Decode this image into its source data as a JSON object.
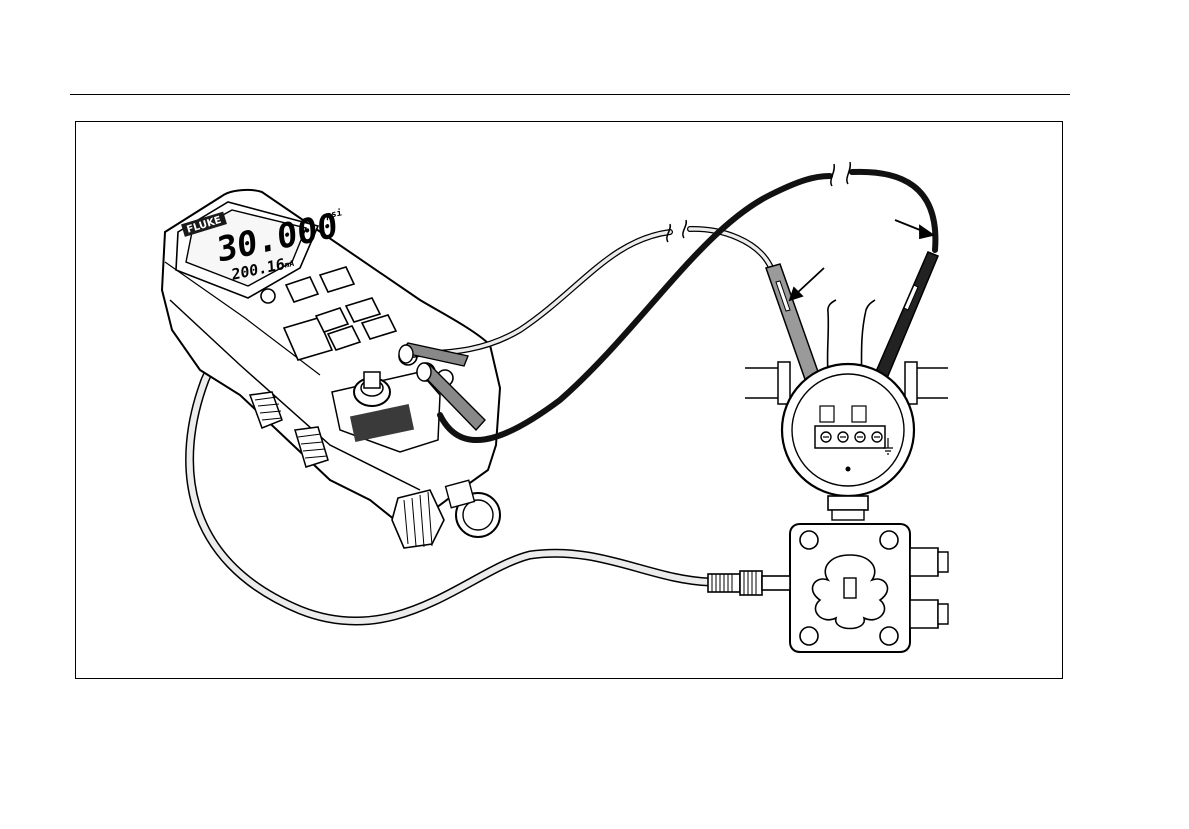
{
  "figure": {
    "calibrator": {
      "brand": "FLUKE",
      "display_primary": "30.000",
      "display_primary_unit": "psi",
      "display_secondary": "200.16",
      "display_secondary_unit": "mA"
    }
  },
  "colors": {
    "ink": "#000000",
    "paper": "#ffffff",
    "hose_fill": "#ececec",
    "lead_black": "#111111",
    "probe_gray": "#9a9a9a",
    "label_plate": "#3a3a3a"
  }
}
